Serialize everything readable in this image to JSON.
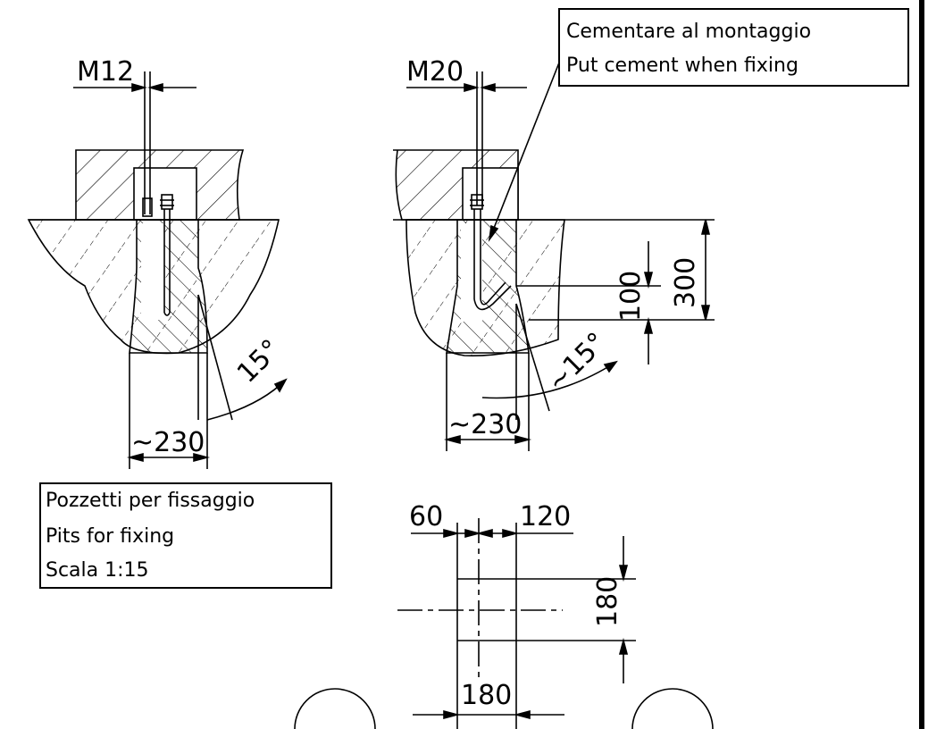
{
  "notes": {
    "cement_line1": "Cementare al montaggio",
    "cement_line2": "Put cement when fixing",
    "pits_line1": "Pozzetti per fissaggio",
    "pits_line2": "Pits for fixing",
    "pits_line3": "Scala 1:15"
  },
  "left_view": {
    "bolt_label": "M12",
    "angle_label": "15°",
    "width_label": "~230"
  },
  "right_view": {
    "bolt_label": "M20",
    "angle_label": "~15°",
    "width_label": "~230",
    "depth_small_label": "100",
    "depth_large_label": "300"
  },
  "plan_view": {
    "dim_top_left": "60",
    "dim_top_right": "120",
    "dim_side": "180",
    "dim_bottom": "180"
  },
  "colors": {
    "line": "#000000",
    "background": "#ffffff"
  }
}
